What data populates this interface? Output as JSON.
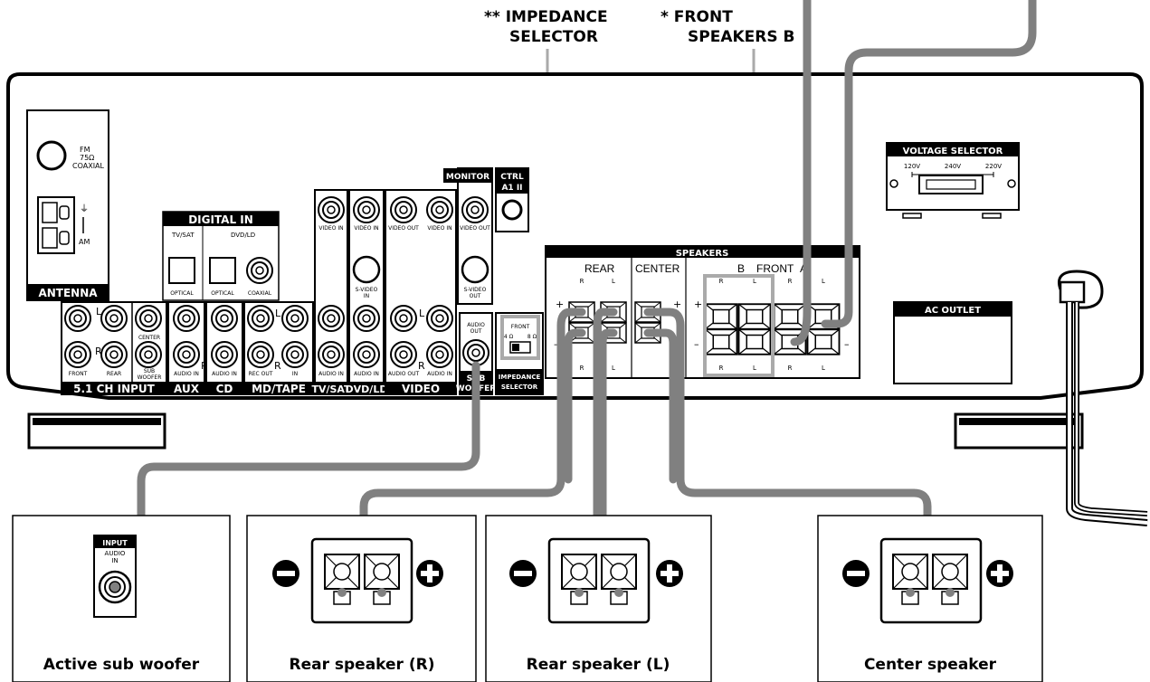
{
  "callouts": {
    "impedance": [
      "** IMPEDANCE",
      "SELECTOR"
    ],
    "front_b": [
      "* FRONT",
      "SPEAKERS B"
    ]
  },
  "antenna": {
    "title": "ANTENNA",
    "fm": [
      "FM",
      "75Ω",
      "COAXIAL"
    ],
    "am": "AM"
  },
  "digital_in": {
    "title": "DIGITAL IN",
    "tvsat": "TV/SAT",
    "dvdld": "DVD/LD",
    "optical1": "OPTICAL",
    "optical2": "OPTICAL",
    "coaxial": "COAXIAL"
  },
  "input51": {
    "title": "5.1 CH INPUT",
    "l": "L",
    "r": "R",
    "front": "FRONT",
    "rear": "REAR",
    "center": "CENTER",
    "sub": [
      "SUB",
      "WOOFER"
    ]
  },
  "groups": {
    "aux": "AUX",
    "cd": "CD",
    "mdtape": "MD/TAPE",
    "tvsat": "TV/SAT",
    "dvdld": "DVD/LD",
    "video": "VIDEO",
    "sub": [
      "SUB",
      "WOOFER"
    ],
    "imp": [
      "IMPEDANCE",
      "SELECTOR"
    ]
  },
  "jacks": {
    "audio_in": "AUDIO IN",
    "audio_out": "AUDIO OUT",
    "rec_out": "REC OUT",
    "in": "IN",
    "video_in": "VIDEO IN",
    "video_out": "VIDEO OUT",
    "svideo_in": [
      "S-VIDEO",
      "IN"
    ],
    "svideo_out": [
      "S-VIDEO",
      "OUT"
    ],
    "audio_out_sub": [
      "AUDIO",
      "OUT"
    ],
    "l": "L",
    "r": "R"
  },
  "monitor": {
    "title": "MONITOR"
  },
  "ctrl": {
    "title": "CTRL",
    "sub": "A1 II"
  },
  "impedance": {
    "front": "FRONT",
    "ohm4": "4 Ω",
    "ohm8": "8 Ω"
  },
  "speakers": {
    "title": "SPEAKERS",
    "rear": "REAR",
    "center": "CENTER",
    "b": "B",
    "front": "FRONT",
    "a": "A",
    "r": "R",
    "l": "L",
    "plus": "+",
    "minus": "–"
  },
  "voltage": {
    "title": "VOLTAGE SELECTOR",
    "v120": "120V",
    "v240": "240V",
    "v220": "220V"
  },
  "ac_outlet": {
    "title": "AC  OUTLET"
  },
  "boxes": {
    "sub": {
      "caption": "Active sub woofer",
      "input": "INPUT",
      "audio": "AUDIO",
      "in": "IN"
    },
    "rear_r": {
      "caption": "Rear speaker (R)"
    },
    "rear_l": {
      "caption": "Rear speaker (L)"
    },
    "center": {
      "caption": "Center speaker"
    }
  }
}
